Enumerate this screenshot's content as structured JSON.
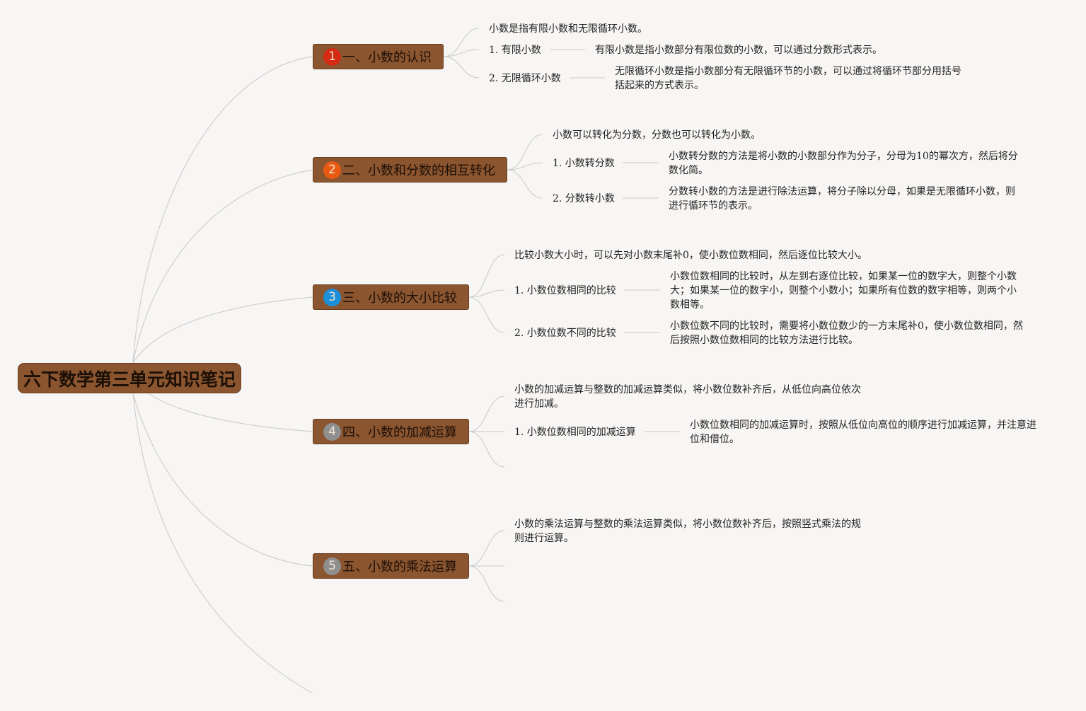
{
  "root": {
    "label": "六下数学第三单元知识笔记"
  },
  "colors": {
    "topic_fill": "#8b5530",
    "badges": [
      "#d42b12",
      "#e85a12",
      "#1b8fd9",
      "#8f8f8f",
      "#8f8f8f"
    ]
  },
  "topics": [
    {
      "number": "1",
      "label": "一、小数的认识",
      "summary": "小数是指有限小数和无限循环小数。",
      "items": [
        {
          "label": "1. 有限小数",
          "detail": "有限小数是指小数部分有限位数的小数，可以通过分数形式表示。"
        },
        {
          "label": "2. 无限循环小数",
          "detail": "无限循环小数是指小数部分有无限循环节的小数，可以通过将循环节部分用括号括起来的方式表示。"
        }
      ]
    },
    {
      "number": "2",
      "label": "二、小数和分数的相互转化",
      "summary": "小数可以转化为分数，分数也可以转化为小数。",
      "items": [
        {
          "label": "1. 小数转分数",
          "detail": "小数转分数的方法是将小数的小数部分作为分子，分母为10的幂次方，然后将分数化简。"
        },
        {
          "label": "2. 分数转小数",
          "detail": "分数转小数的方法是进行除法运算，将分子除以分母，如果是无限循环小数，则进行循环节的表示。"
        }
      ]
    },
    {
      "number": "3",
      "label": "三、小数的大小比较",
      "summary": "比较小数大小时，可以先对小数末尾补0，使小数位数相同，然后逐位比较大小。",
      "items": [
        {
          "label": "1. 小数位数相同的比较",
          "detail": "小数位数相同的比较时，从左到右逐位比较，如果某一位的数字大，则整个小数大；如果某一位的数字小，则整个小数小；如果所有位数的数字相等，则两个小数相等。"
        },
        {
          "label": "2. 小数位数不同的比较",
          "detail": "小数位数不同的比较时，需要将小数位数少的一方末尾补0，使小数位数相同，然后按照小数位数相同的比较方法进行比较。"
        }
      ]
    },
    {
      "number": "4",
      "label": "四、小数的加减运算",
      "summary": "小数的加减运算与整数的加减运算类似，将小数位数补齐后，从低位向高位依次进行加减。",
      "items": [
        {
          "label": "1. 小数位数相同的加减运算",
          "detail": "小数位数相同的加减运算时，按照从低位向高位的顺序进行加减运算，并注意进位和借位。"
        }
      ]
    },
    {
      "number": "5",
      "label": "五、小数的乘法运算",
      "summary": "小数的乘法运算与整数的乘法运算类似，将小数位数补齐后，按照竖式乘法的规则进行运算。",
      "items": []
    }
  ]
}
